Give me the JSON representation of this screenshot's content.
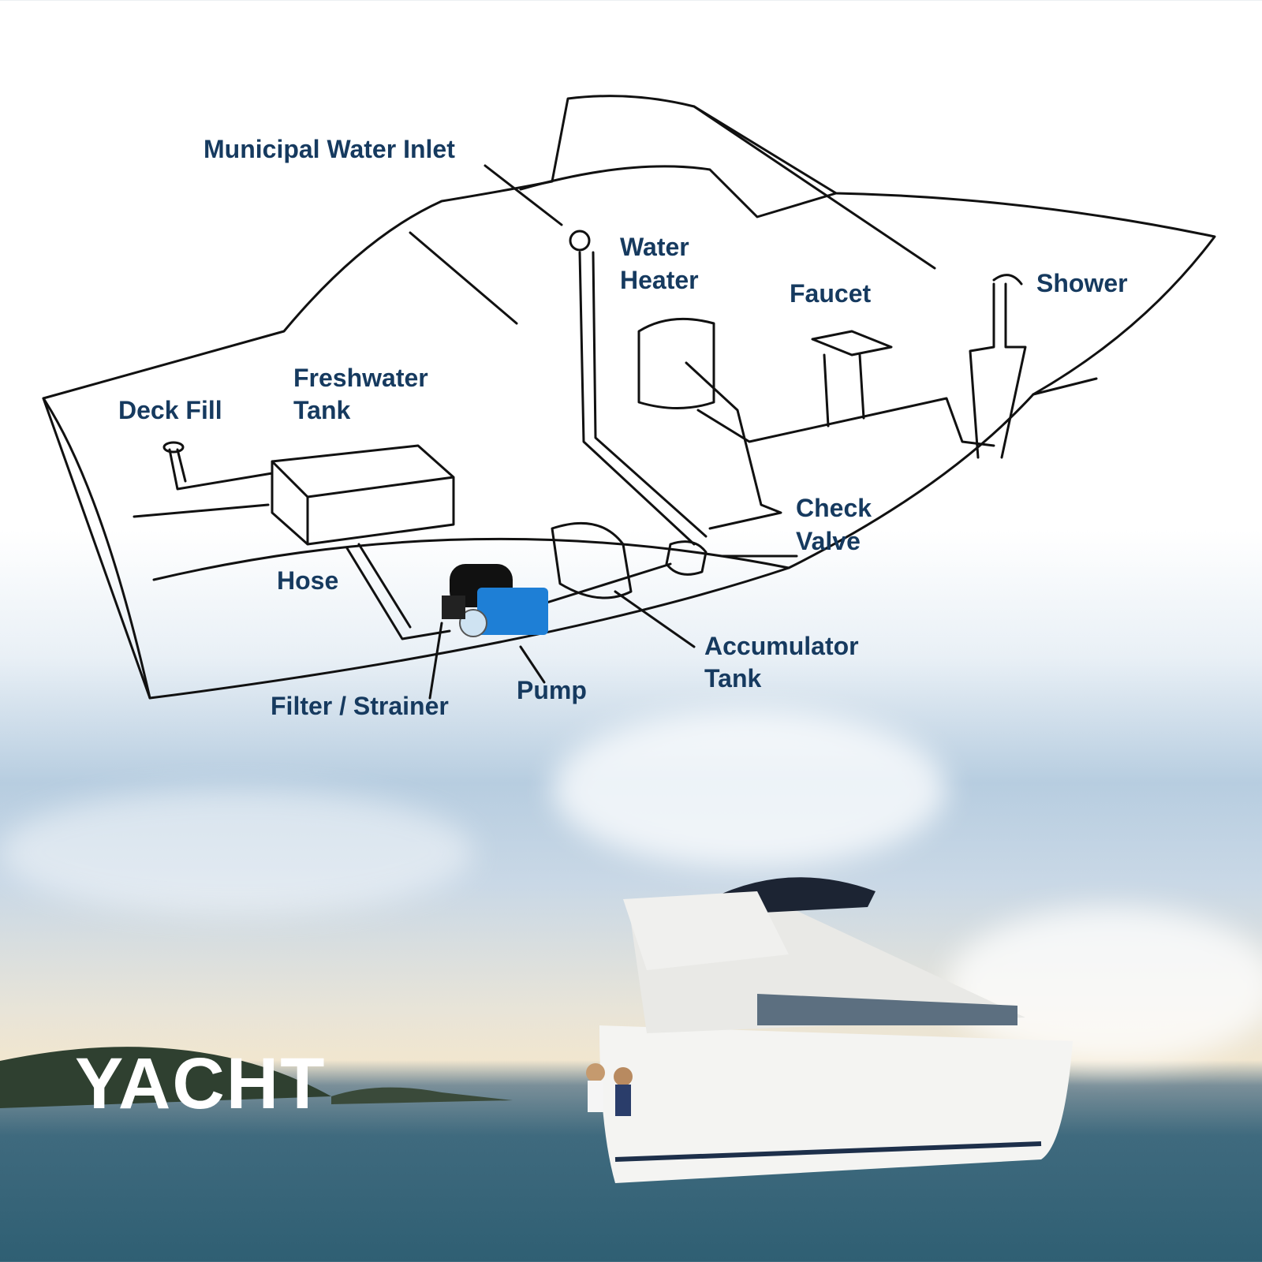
{
  "labels": {
    "municipal_water_inlet": "Municipal Water Inlet",
    "water_heater": [
      "Water",
      "Heater"
    ],
    "faucet": "Faucet",
    "shower": "Shower",
    "freshwater_tank": [
      "Freshwater",
      "Tank"
    ],
    "deck_fill": "Deck Fill",
    "check_valve": [
      "Check",
      "Valve"
    ],
    "hose": "Hose",
    "accumulator_tank": [
      "Accumulator",
      "Tank"
    ],
    "pump": "Pump",
    "filter_strainer": "Filter / Strainer"
  },
  "caption": "YACHT",
  "colors": {
    "label_text": "#163a5f",
    "pump_blue": "#1e7fd6",
    "caption": "#ffffff"
  }
}
